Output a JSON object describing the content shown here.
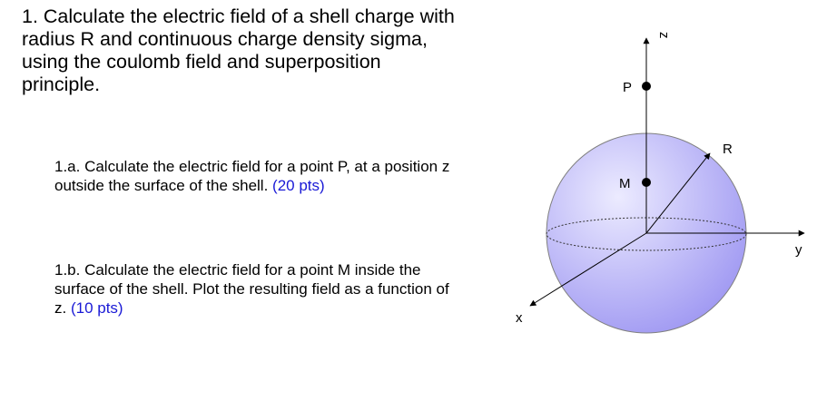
{
  "question": {
    "text": "1. Calculate the electric field of a shell charge with radius R and continuous charge density sigma, using the coulomb field and superposition principle."
  },
  "parts": [
    {
      "text": "1.a. Calculate the electric field for a point P, at a position z outside the surface of the shell. ",
      "points": "(20 pts)"
    },
    {
      "text": "1.b. Calculate the electric field for a point M inside the surface of the shell. Plot the resulting field as a function of z. ",
      "points": "(10 pts)"
    }
  ],
  "figure": {
    "labels": {
      "z": "z",
      "y": "y",
      "x": "x",
      "P": "P",
      "M": "M",
      "R": "R"
    },
    "colors": {
      "sphere_light": "#ecebff",
      "sphere_dark": "#9f98f2",
      "pts_text": "#1a1ad6"
    }
  }
}
